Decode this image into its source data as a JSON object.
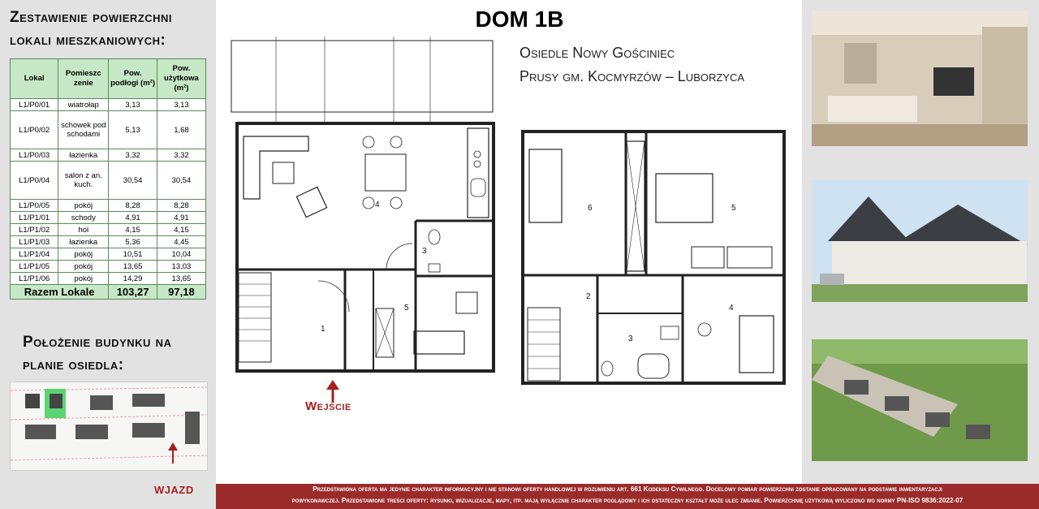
{
  "left_panel": {
    "table_title_line1": "Zestawienie powierzchni",
    "table_title_line2": "lokali mieszkaniowych:",
    "table_headers": [
      "Lokal",
      "Pomieszc zenie",
      "Pow. podłogi (m²)",
      "Pow. użytkowa (m²)"
    ],
    "rows": [
      {
        "lokal": "L1/P0/01",
        "room": "wiatrołap",
        "floor": "3,13",
        "usable": "3,13"
      },
      {
        "lokal": "L1/P0/02",
        "room": "schowek pod schodami",
        "floor": "5,13",
        "usable": "1,68"
      },
      {
        "lokal": "L1/P0/03",
        "room": "łazienka",
        "floor": "3,32",
        "usable": "3,32"
      },
      {
        "lokal": "L1/P0/04",
        "room": "salon z an. kuch.",
        "floor": "30,54",
        "usable": "30,54"
      },
      {
        "lokal": "L1/P0/05",
        "room": "pokój",
        "floor": "8,28",
        "usable": "8,28"
      },
      {
        "lokal": "L1/P1/01",
        "room": "schody",
        "floor": "4,91",
        "usable": "4,91"
      },
      {
        "lokal": "L1/P1/02",
        "room": "hol",
        "floor": "4,15",
        "usable": "4,15"
      },
      {
        "lokal": "L1/P1/03",
        "room": "łazienka",
        "floor": "5,36",
        "usable": "4,45"
      },
      {
        "lokal": "L1/P1/04",
        "room": "pokój",
        "floor": "10,51",
        "usable": "10,04"
      },
      {
        "lokal": "L1/P1/05",
        "room": "pokój",
        "floor": "13,65",
        "usable": "13,03"
      },
      {
        "lokal": "L1/P1/06",
        "room": "pokój",
        "floor": "14,29",
        "usable": "13,65"
      }
    ],
    "total": {
      "label": "Razem Lokale",
      "floor": "103,27",
      "usable": "97,18"
    },
    "location_title_line1": "Położenie budynku na",
    "location_title_line2": "planie osiedla:",
    "wjazd": "WJAZD"
  },
  "center": {
    "title": "DOM 1B",
    "address_line1": "Osiedle Nowy Gościniec",
    "address_line2": "Prusy gm. Kocmyrzów – Luborzyca",
    "entrance_label": "Wejście",
    "ground_rooms": [
      "4",
      "3",
      "5",
      "1"
    ],
    "first_rooms": [
      "6",
      "5",
      "2",
      "3",
      "4"
    ]
  },
  "footer": {
    "line1": "Przedstawiona oferta ma jedynie charakter informacyjny i nie stanowi oferty handlowej w rozumieniu art. 661 Kodeksu Cywilnego. Docelowy pomiar powierzchni zostanie opracowany na podstawie inwentaryzacji",
    "line2": "powykonawczej. Przedstawione treści oferty: rysunki, wizualizacje, mapy, itp. mają wyłącznie charakter poglądowy i ich ostateczny kształt może ulec zmianie. Powierzchnię użytkową wyliczono wg normy PN-ISO 9836:2022-07"
  },
  "colors": {
    "table_header": "#c6e8c6",
    "accent_red": "#a62020",
    "footer_bg": "#9b2b2b",
    "panel_bg": "#e2e2e2"
  }
}
